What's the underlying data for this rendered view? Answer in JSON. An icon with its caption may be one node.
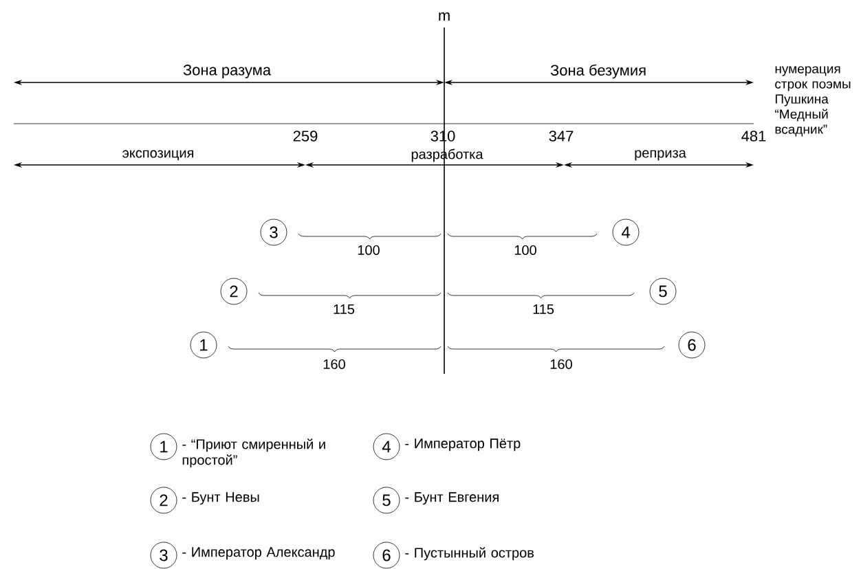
{
  "diagram": {
    "nodes": [
      {
        "text": [
          "3"
        ]
      },
      {
        "text": [
          "4"
        ]
      },
      {
        "text": [
          "2"
        ]
      },
      {
        "text": [
          "5"
        ]
      },
      {
        "text": [
          "1"
        ]
      },
      {
        "text": [
          "6"
        ]
      },
      {
        "text": [
          "1"
        ],
        "beside": [
          "- “Приют смиренный и простой”"
        ]
      },
      {
        "text": [
          "4"
        ],
        "beside": [
          "- Император Пётр"
        ]
      },
      {
        "text": [
          "2"
        ],
        "beside": [
          "- Бунт Невы"
        ]
      },
      {
        "text": [
          "5"
        ],
        "beside": [
          "- Бунт Евгения"
        ]
      },
      {
        "text": [
          "3"
        ],
        "beside": [
          "- Император Александр"
        ]
      },
      {
        "text": [
          "6"
        ],
        "beside": [
          "- Пустынный остров"
        ]
      }
    ],
    "labels": [
      "m",
      "Зона разума",
      "Зона безумия",
      "нумерация строк поэмы Пушкина “Медный всадник”",
      "259",
      "310",
      "347",
      "481",
      "экспозиция",
      "разработка",
      "реприза",
      "100",
      "100",
      "115",
      "115",
      "160",
      "160"
    ]
  }
}
